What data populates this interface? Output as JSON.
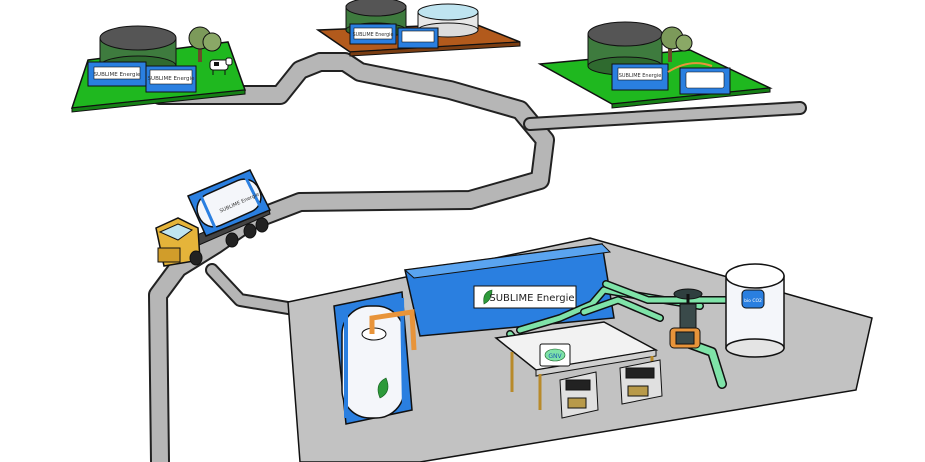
{
  "brand": {
    "name_large": "SUBLIME Energie",
    "name_small": "SUBLIME Energie"
  },
  "labels": {
    "station_sign": "GNV",
    "tank_label": "bio CO2"
  },
  "colors": {
    "container_blue": "#2a7fe0",
    "road_grey": "#b6b6b6",
    "grass_green": "#1fb81f",
    "dirt_brown": "#b25a1c",
    "pipe_green": "#7fe3a8",
    "pipe_orange": "#e8943a",
    "truck_yellow": "#e5b43a"
  },
  "icons": [
    "cow-icon",
    "tree-icon",
    "valve-icon",
    "leaf-logo-icon"
  ]
}
